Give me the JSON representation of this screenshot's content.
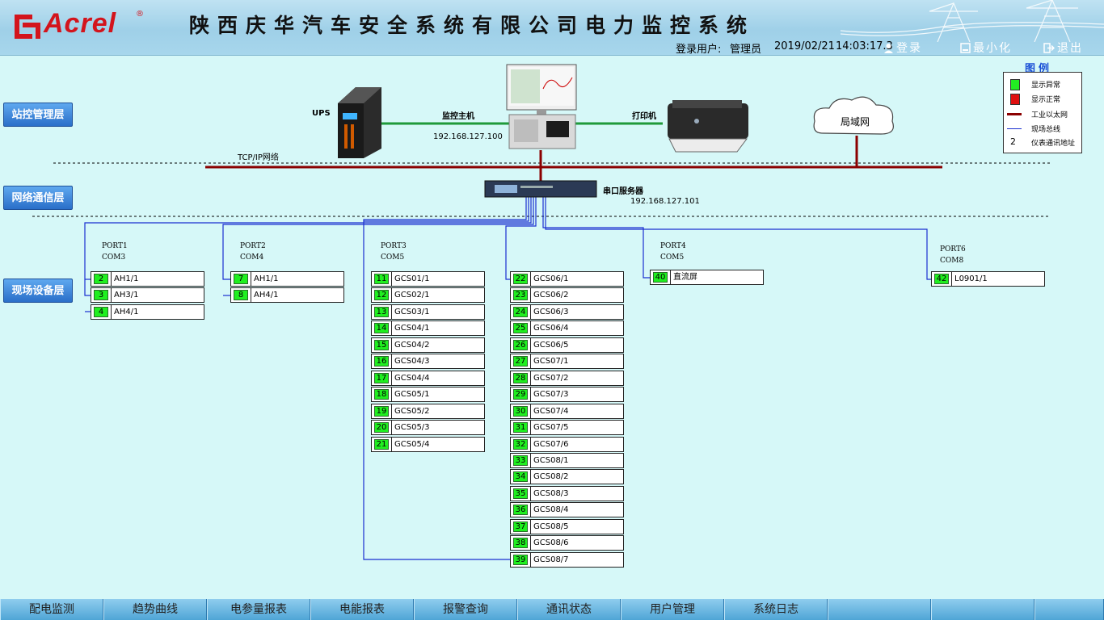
{
  "header": {
    "logo_text": "Acrel",
    "logo_reg": "®",
    "title": "陕西庆华汽车安全系统有限公司电力监控系统",
    "login_user_label": "登录用户:",
    "user": "管理员",
    "date": "2019/02/21",
    "time": "14:03:17.3",
    "login_btn": "登录",
    "minimize_btn": "最小化",
    "exit_btn": "退出"
  },
  "layers": {
    "station": "站控管理层",
    "network": "网络通信层",
    "field": "现场设备层"
  },
  "topology": {
    "ups": "UPS",
    "host_label": "监控主机",
    "host_ip": "192.168.127.100",
    "printer": "打印机",
    "lan": "局域网",
    "tcpip": "TCP/IP网络",
    "serial_server": "串口服务器",
    "serial_ip": "192.168.127.101"
  },
  "ports": [
    {
      "port": "PORT1",
      "com": "COM3"
    },
    {
      "port": "PORT2",
      "com": "COM4"
    },
    {
      "port": "PORT3",
      "com": "COM5"
    },
    {
      "port": "PORT4",
      "com": "COM5"
    },
    {
      "port": "PORT6",
      "com": "COM8"
    }
  ],
  "devices": {
    "port1": [
      {
        "addr": "2",
        "name": "AH1/1"
      },
      {
        "addr": "3",
        "name": "AH3/1"
      },
      {
        "addr": "4",
        "name": "AH4/1"
      }
    ],
    "port2": [
      {
        "addr": "7",
        "name": "AH1/1"
      },
      {
        "addr": "8",
        "name": "AH4/1"
      }
    ],
    "port3a": [
      {
        "addr": "11",
        "name": "GCS01/1"
      },
      {
        "addr": "12",
        "name": "GCS02/1"
      },
      {
        "addr": "13",
        "name": "GCS03/1"
      },
      {
        "addr": "14",
        "name": "GCS04/1"
      },
      {
        "addr": "15",
        "name": "GCS04/2"
      },
      {
        "addr": "16",
        "name": "GCS04/3"
      },
      {
        "addr": "17",
        "name": "GCS04/4"
      },
      {
        "addr": "18",
        "name": "GCS05/1"
      },
      {
        "addr": "19",
        "name": "GCS05/2"
      },
      {
        "addr": "20",
        "name": "GCS05/3"
      },
      {
        "addr": "21",
        "name": "GCS05/4"
      }
    ],
    "port3b": [
      {
        "addr": "22",
        "name": "GCS06/1"
      },
      {
        "addr": "23",
        "name": "GCS06/2"
      },
      {
        "addr": "24",
        "name": "GCS06/3"
      },
      {
        "addr": "25",
        "name": "GCS06/4"
      },
      {
        "addr": "26",
        "name": "GCS06/5"
      },
      {
        "addr": "27",
        "name": "GCS07/1"
      },
      {
        "addr": "28",
        "name": "GCS07/2"
      },
      {
        "addr": "29",
        "name": "GCS07/3"
      },
      {
        "addr": "30",
        "name": "GCS07/4"
      },
      {
        "addr": "31",
        "name": "GCS07/5"
      },
      {
        "addr": "32",
        "name": "GCS07/6"
      },
      {
        "addr": "33",
        "name": "GCS08/1"
      },
      {
        "addr": "34",
        "name": "GCS08/2"
      },
      {
        "addr": "35",
        "name": "GCS08/3"
      },
      {
        "addr": "36",
        "name": "GCS08/4"
      },
      {
        "addr": "37",
        "name": "GCS08/5"
      },
      {
        "addr": "38",
        "name": "GCS08/6"
      },
      {
        "addr": "39",
        "name": "GCS08/7"
      }
    ],
    "port4": [
      {
        "addr": "40",
        "name": "直流屏"
      }
    ],
    "port6": [
      {
        "addr": "42",
        "name": "L0901/1"
      }
    ]
  },
  "legend": {
    "title": "图例",
    "items": [
      {
        "key": "abnormal",
        "label": "显示异常"
      },
      {
        "key": "normal",
        "label": "显示正常"
      },
      {
        "key": "ethernet",
        "label": "工业以太网"
      },
      {
        "key": "fieldbus",
        "label": "现场总线"
      },
      {
        "key": "addr",
        "sample": "2",
        "label": "仪表通讯地址"
      }
    ],
    "colors": {
      "abnormal": "#22ee22",
      "normal": "#e01010",
      "ethernet": "#8b0000",
      "fieldbus": "#1a2fd0"
    }
  },
  "footer": {
    "tabs": [
      "配电监测",
      "趋势曲线",
      "电参量报表",
      "电能报表",
      "报警查询",
      "通讯状态",
      "用户管理",
      "系统日志",
      "",
      "",
      ""
    ]
  }
}
